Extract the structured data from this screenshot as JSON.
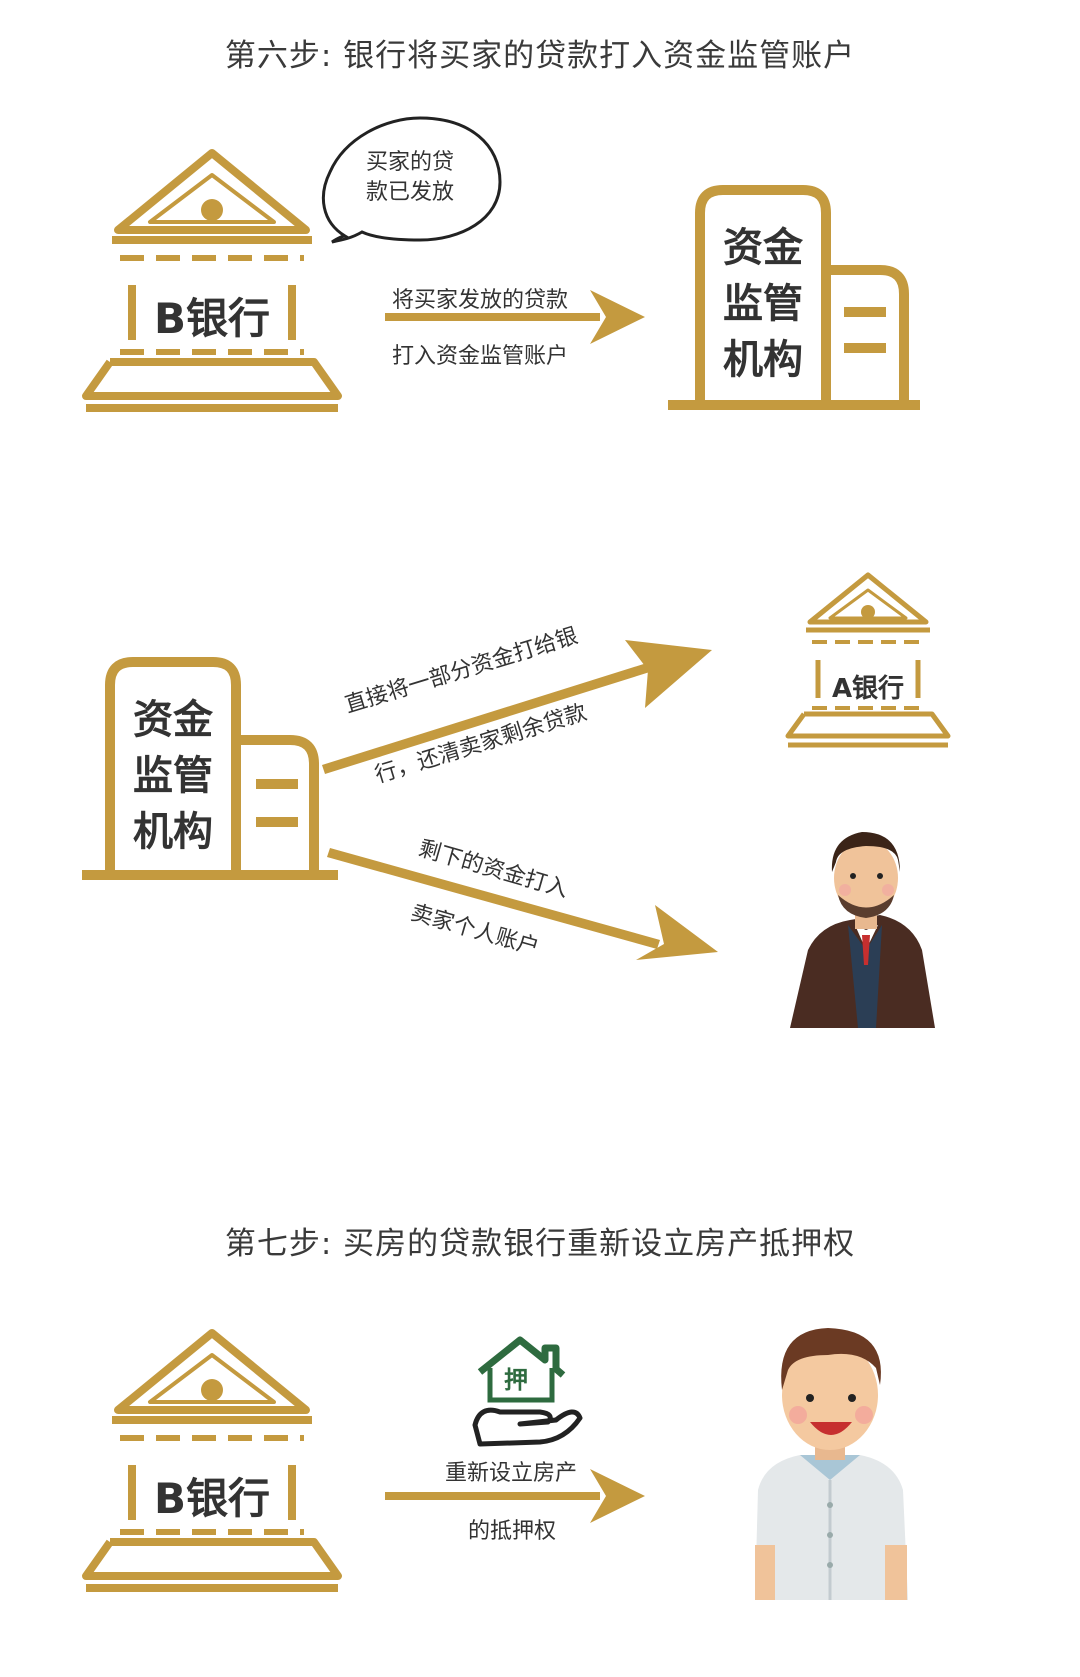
{
  "colors": {
    "gold": "#C49A3F",
    "text": "#333333",
    "green": "#2E6B3F"
  },
  "step6": {
    "title": "第六步: 银行将买家的贷款打入资金监管账户",
    "bank_b_label": "B银行",
    "speech_bubble": [
      "买家的贷",
      "款已发放"
    ],
    "arrow_top": "将买家发放的贷款",
    "arrow_bottom": "打入资金监管账户",
    "agency_label": [
      "资金",
      "监管",
      "机构"
    ]
  },
  "step6b": {
    "agency_label": [
      "资金",
      "监管",
      "机构"
    ],
    "arrow_up_line1": "直接将一部分资金打给银",
    "arrow_up_line2": "行，还清卖家剩余贷款",
    "bank_a_label": "A银行",
    "arrow_down_line1": "剩下的资金打入",
    "arrow_down_line2": "卖家个人账户"
  },
  "step7": {
    "title": "第七步: 买房的贷款银行重新设立房产抵押权",
    "bank_b_label": "B银行",
    "house_icon_label": "押",
    "arrow_top": "重新设立房产",
    "arrow_bottom": "的抵押权"
  }
}
